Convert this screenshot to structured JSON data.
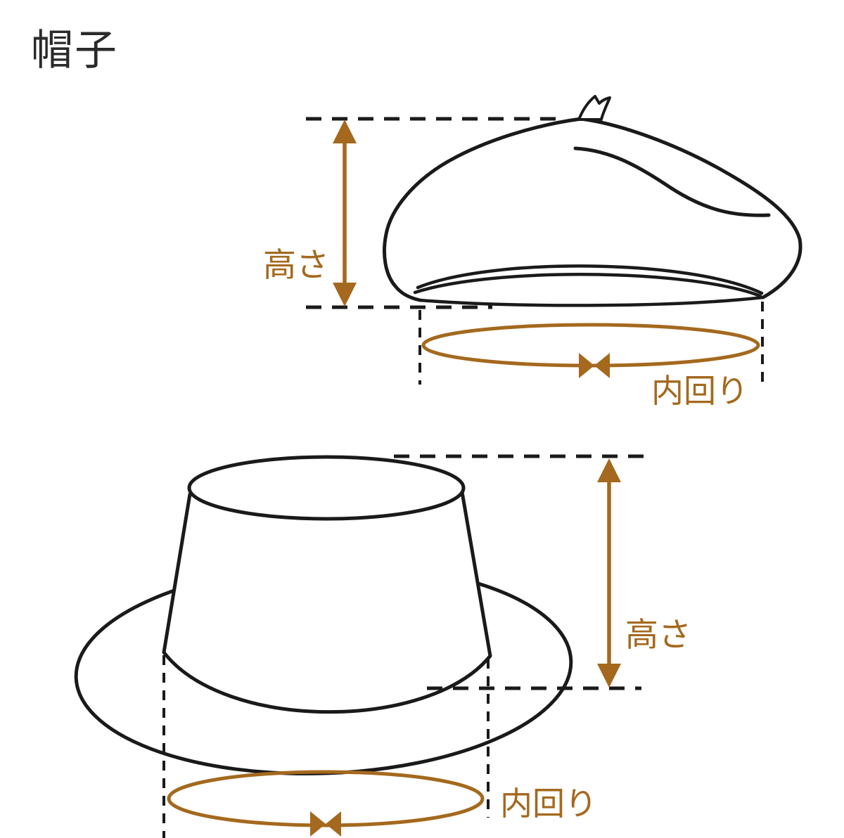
{
  "title": "帽子",
  "colors": {
    "background": "#ffffff",
    "line": "#1a1a1a",
    "annotation": "#a4691e"
  },
  "beret": {
    "height_label": "高さ",
    "circumference_label": "内回り"
  },
  "fedora": {
    "height_label": "高さ",
    "circumference_label": "内回り"
  }
}
